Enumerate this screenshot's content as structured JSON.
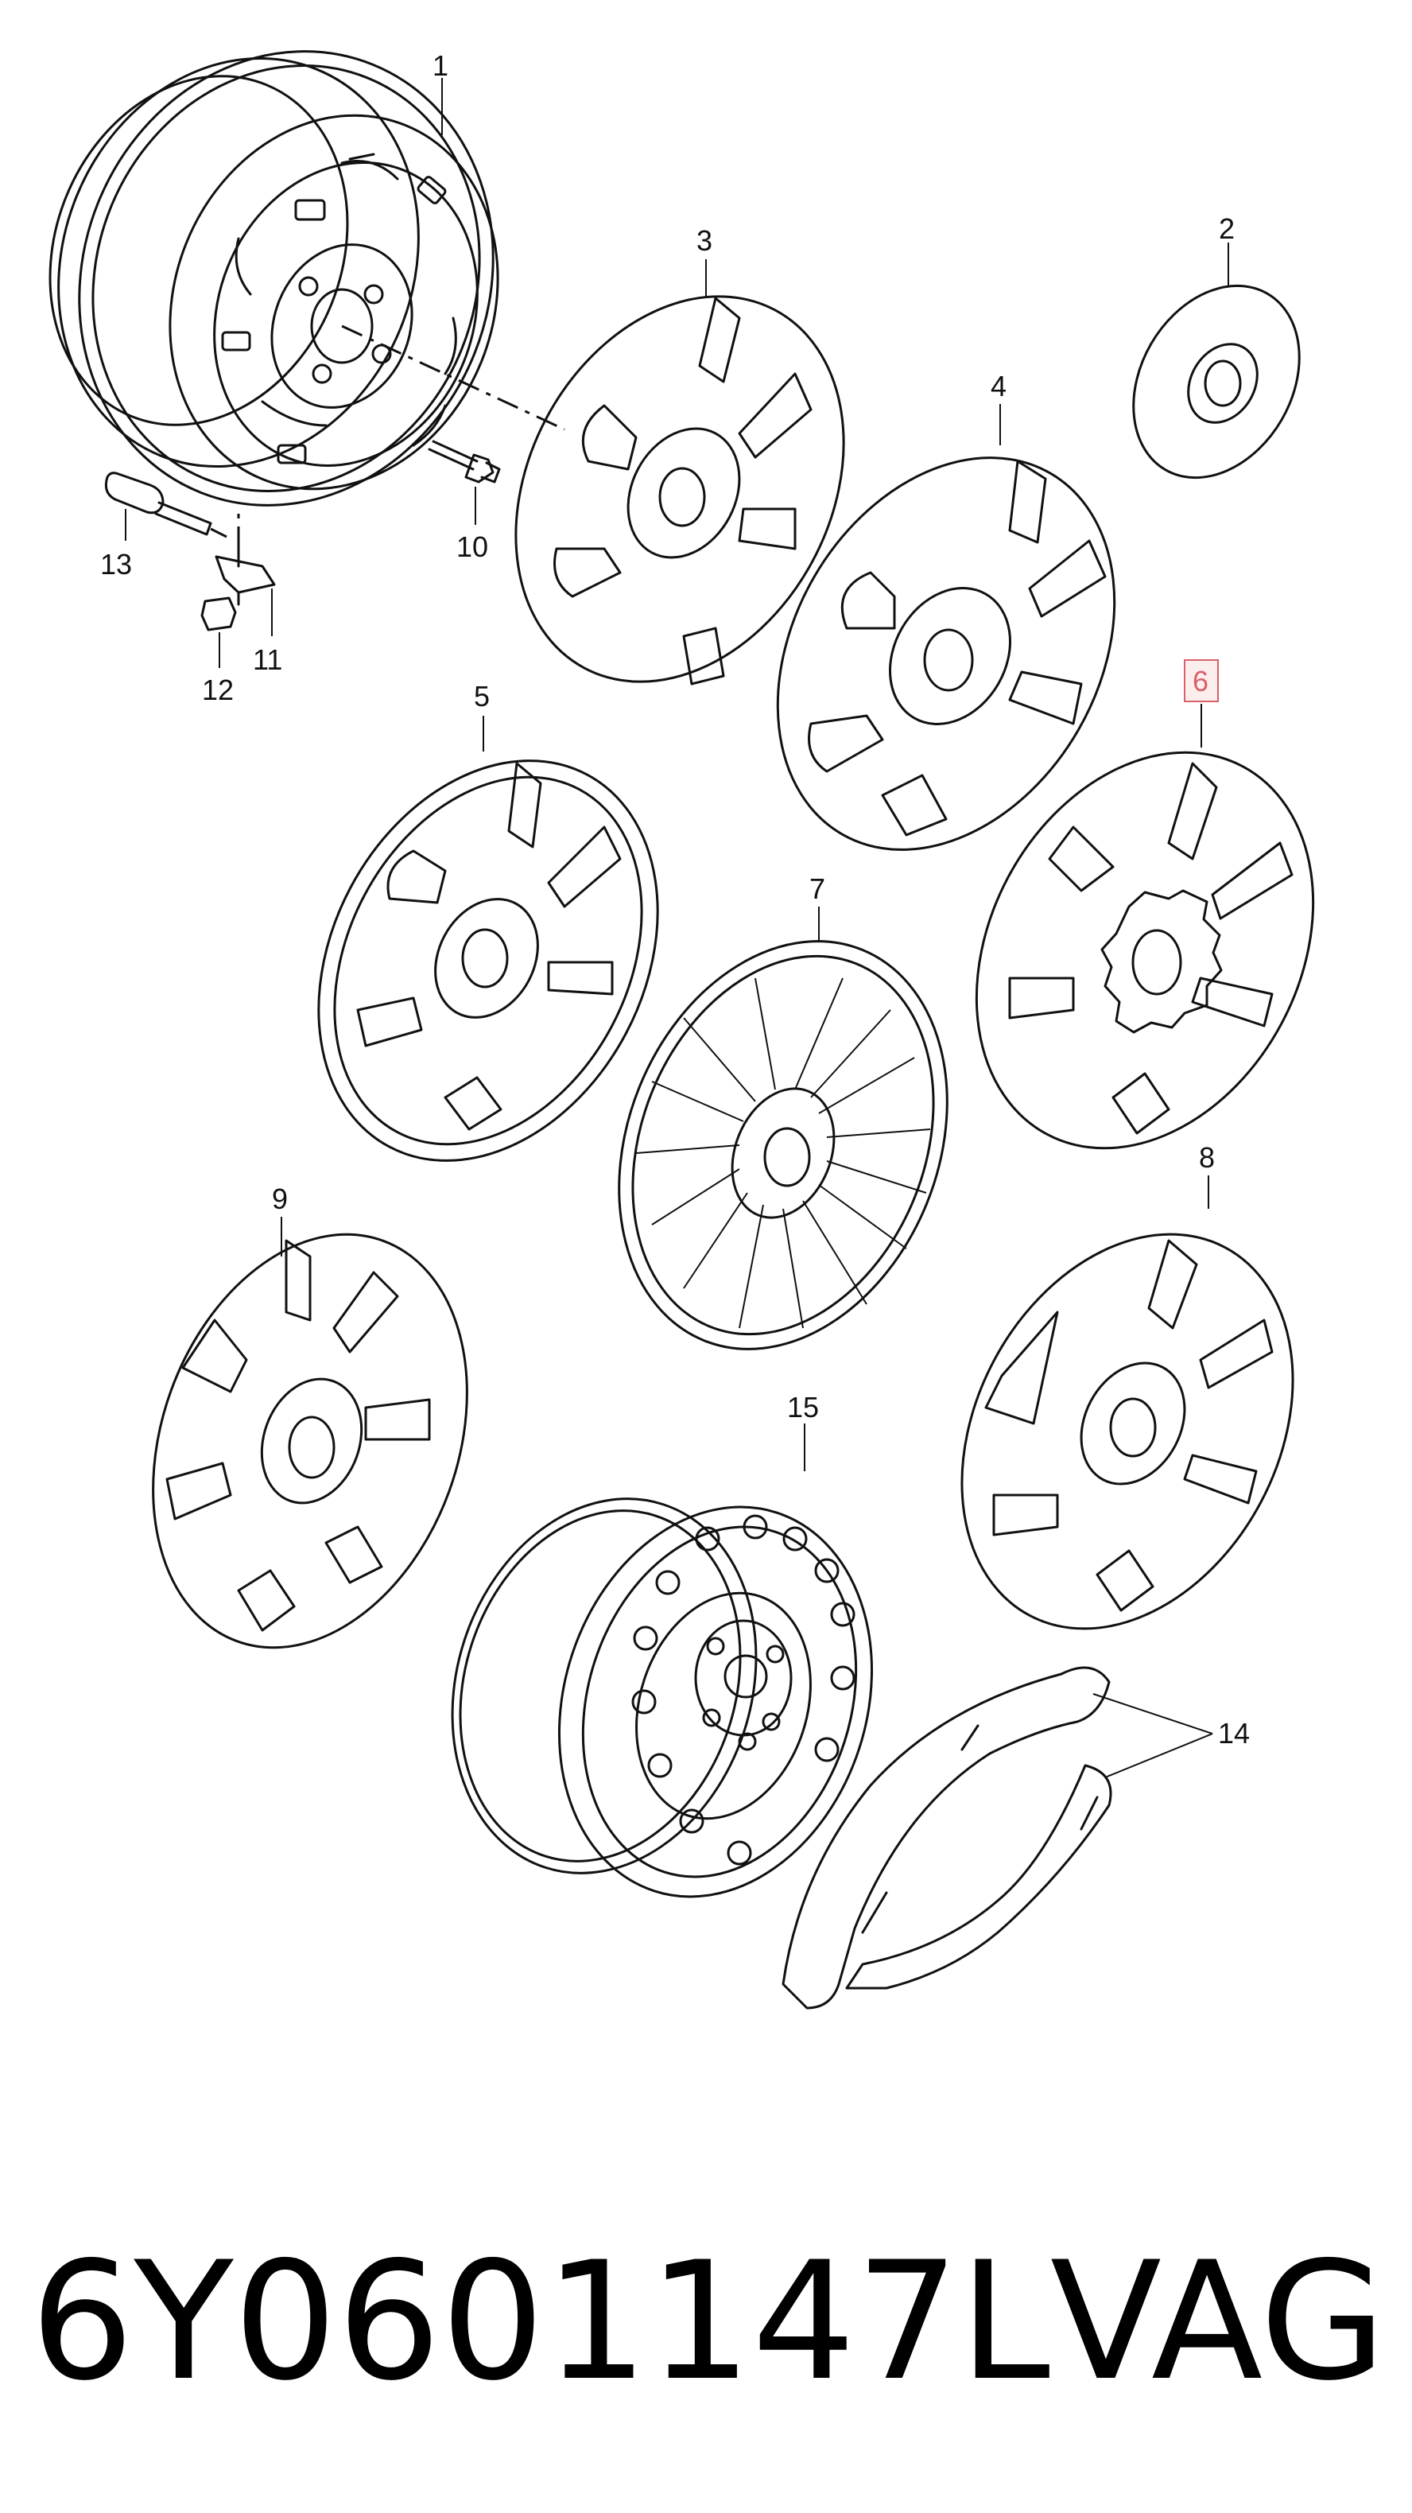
{
  "diagram": {
    "callouts": {
      "c1": "1",
      "c2": "2",
      "c3": "3",
      "c4": "4",
      "c5": "5",
      "c6": "6",
      "c7": "7",
      "c8": "8",
      "c9": "9",
      "c10": "10",
      "c11": "11",
      "c12": "12",
      "c13": "13",
      "c14": "14",
      "c15": "15"
    },
    "highlighted_callout": "6",
    "highlight_color": "#d9606a"
  },
  "caption": {
    "part_number": "6Y0601147L",
    "brand": "VAG"
  }
}
